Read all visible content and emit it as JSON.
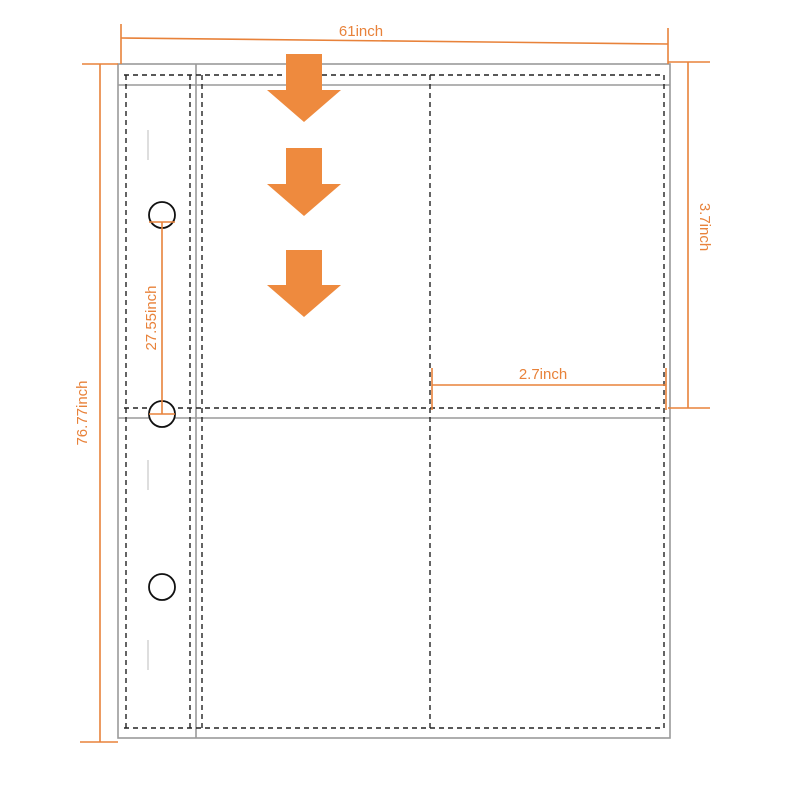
{
  "dimensions": {
    "total_width": "61inch",
    "total_height": "76.77inch",
    "pocket_height": "3.7inch",
    "pocket_width": "2.7inch",
    "hole_spacing": "27.55inch"
  },
  "colors": {
    "dimension": "#e8823a",
    "arrow": "#ee8a3e",
    "sheet_outline": "#9a9a9a",
    "dashed_seam": "#222222",
    "hole": "#111111",
    "background": "#ffffff"
  },
  "diagram": {
    "pocket_rows": 2,
    "pocket_columns": 2,
    "binder_holes": 3,
    "insert_arrows": 3
  }
}
